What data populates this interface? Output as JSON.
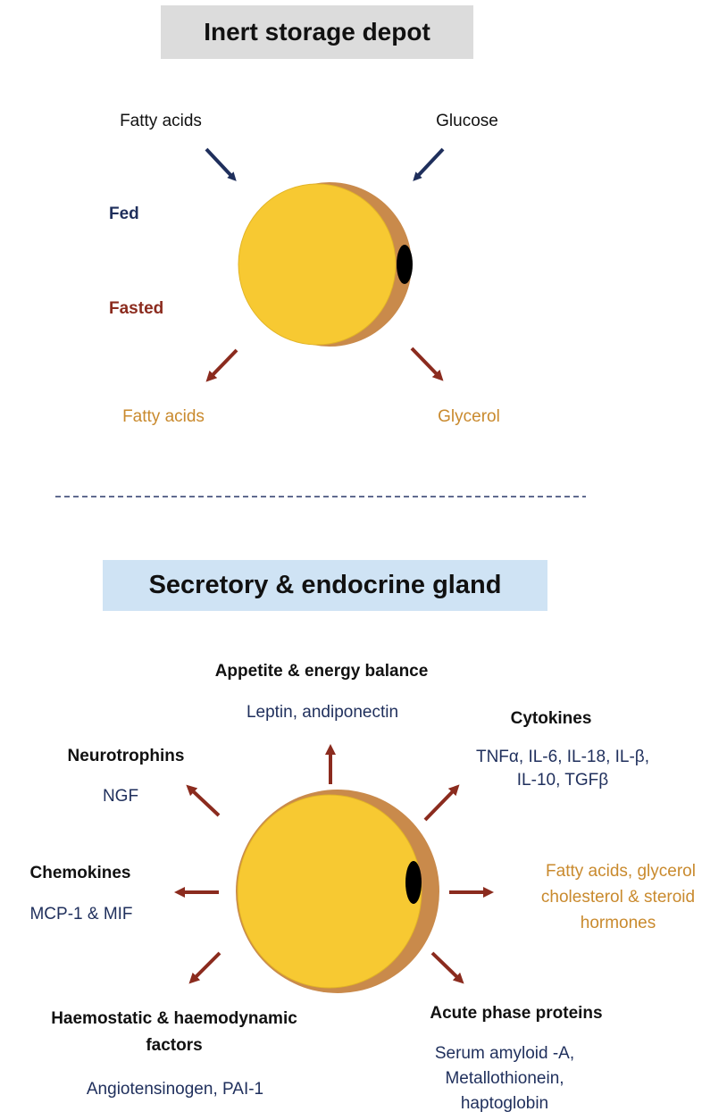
{
  "top": {
    "title": "Inert storage depot",
    "input_left": "Fatty acids",
    "input_right": "Glucose",
    "state_fed": "Fed",
    "state_fasted": "Fasted",
    "output_left": "Fatty acids",
    "output_right": "Glycerol"
  },
  "bottom": {
    "title": "Secretory & endocrine gland",
    "appetite": {
      "heading": "Appetite & energy balance",
      "items": "Leptin, andiponectin"
    },
    "cytokines": {
      "heading": "Cytokines",
      "line1": "TNFα, IL-6, IL-18, IL-β,",
      "line2": "IL-10, TGFβ"
    },
    "neurotrophins": {
      "heading": "Neurotrophins",
      "items": "NGF"
    },
    "chemokines": {
      "heading": "Chemokines",
      "items": "MCP-1 & MIF"
    },
    "lipids": {
      "line1": "Fatty acids, glycerol",
      "line2": "cholesterol & steroid",
      "line3": "hormones"
    },
    "haemostatic": {
      "line1": "Haemostatic & haemodynamic",
      "line2": "factors",
      "items": "Angiotensinogen, PAI-1"
    },
    "acute_phase": {
      "heading": "Acute phase proteins",
      "line1": "Serum amyloid -A,",
      "line2": "Metallothionein,",
      "line3": "haptoglobin"
    }
  },
  "colors": {
    "cell_yellow": "#f7c932",
    "cell_rim": "#c98a4b",
    "nucleus": "#000000",
    "arrow_in": "#1f2f5c",
    "arrow_out": "#8b2b1e",
    "divider": "#2b3a6a",
    "title_top_bg": "#dcdcdc",
    "title_bottom_bg": "#cfe3f4"
  }
}
